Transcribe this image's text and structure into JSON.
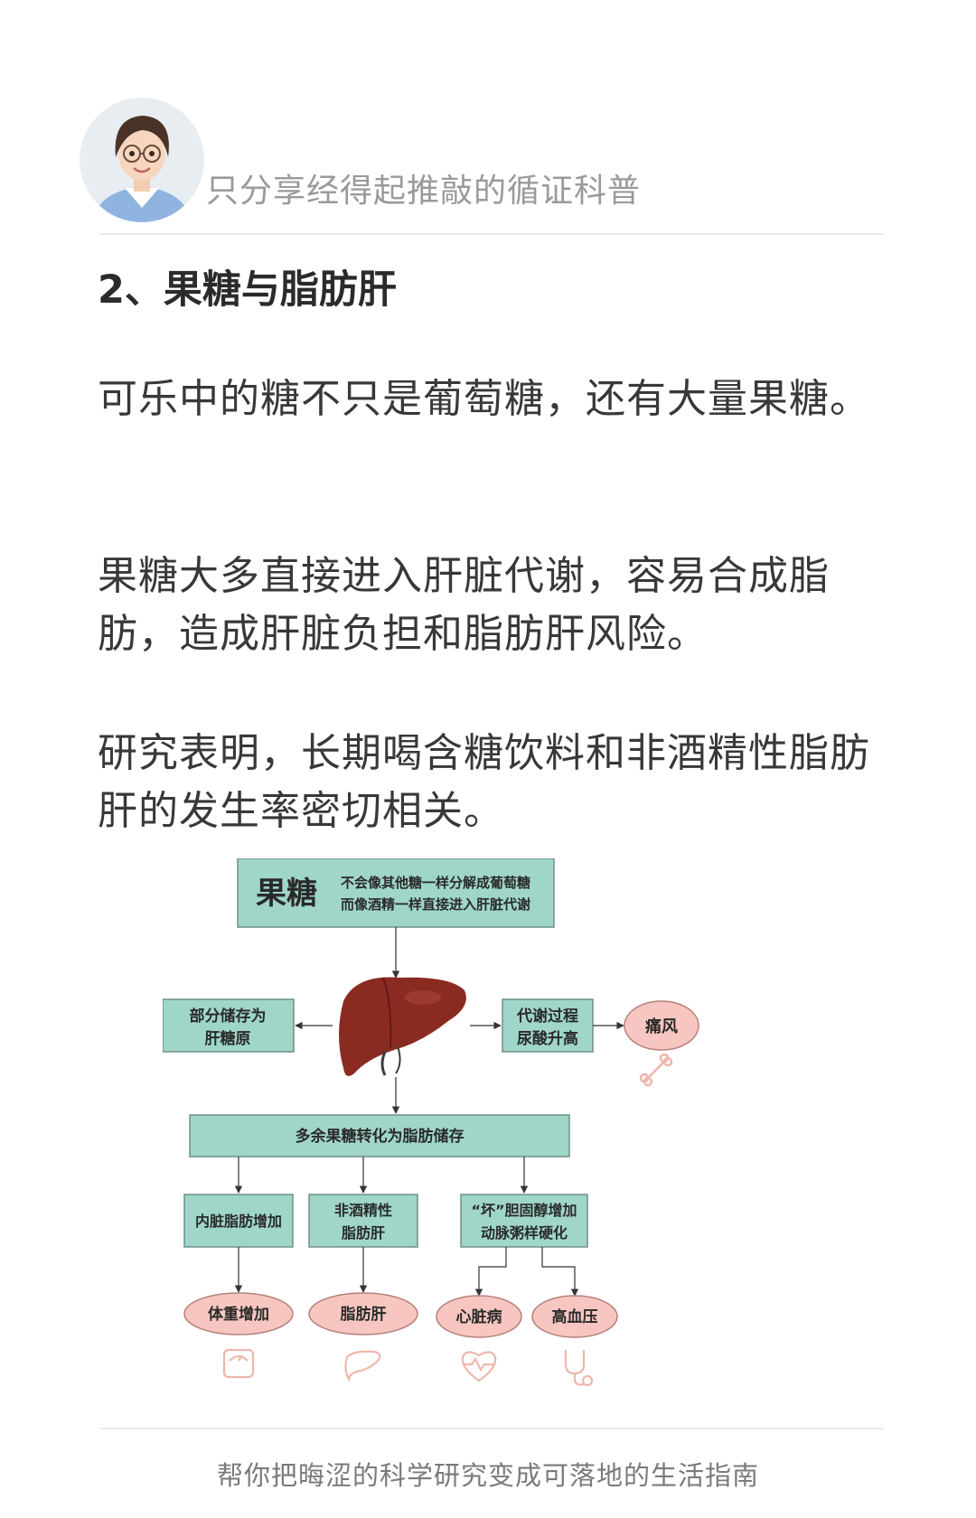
{
  "header": {
    "tagline": "只分享经得起推敲的循证科普"
  },
  "section": {
    "title": "2、果糖与脂肪肝"
  },
  "paragraphs": [
    "可乐中的糖不只是葡萄糖，还有大量果糖。",
    "果糖大多直接进入肝脏代谢，容易合成脂肪，造成肝脏负担和脂肪肝风险。",
    "研究表明，长期喝含糖饮料和非酒精性脂肪肝的发生率密切相关。"
  ],
  "diagram": {
    "top_box": {
      "title": "果糖",
      "line1": "不会像其他糖一样分解成葡萄糖",
      "line2": "而像酒精一样直接进入肝脏代谢"
    },
    "left_box": {
      "line1": "部分储存为",
      "line2": "肝糖原"
    },
    "right_box": {
      "line1": "代谢过程",
      "line2": "尿酸升高"
    },
    "gout": "痛风",
    "wide_box": "多余果糖转化为脂肪储存",
    "branches": {
      "visceral": "内脏脂肪增加",
      "nafld_line1": "非酒精性",
      "nafld_line2": "脂肪肝",
      "chol_line1": "“坏”胆固醇增加",
      "chol_line2": "动脉粥样硬化"
    },
    "outcomes": {
      "weight": "体重增加",
      "fatty_liver": "脂肪肝",
      "heart": "心脏病",
      "hypertension": "高血压"
    },
    "icons": [
      "bone-icon",
      "scale-icon",
      "liver-icon",
      "heart-pulse-icon",
      "stethoscope-icon"
    ],
    "colors": {
      "box_fill": "#9fd6c9",
      "box_stroke": "#6f8f88",
      "ellipse_fill": "#f7c6c0",
      "ellipse_stroke": "#b5807a",
      "liver": "#8a2b22",
      "icon": "#f0b6ad"
    }
  },
  "footer": {
    "text": "帮你把晦涩的科学研究变成可落地的生活指南"
  }
}
